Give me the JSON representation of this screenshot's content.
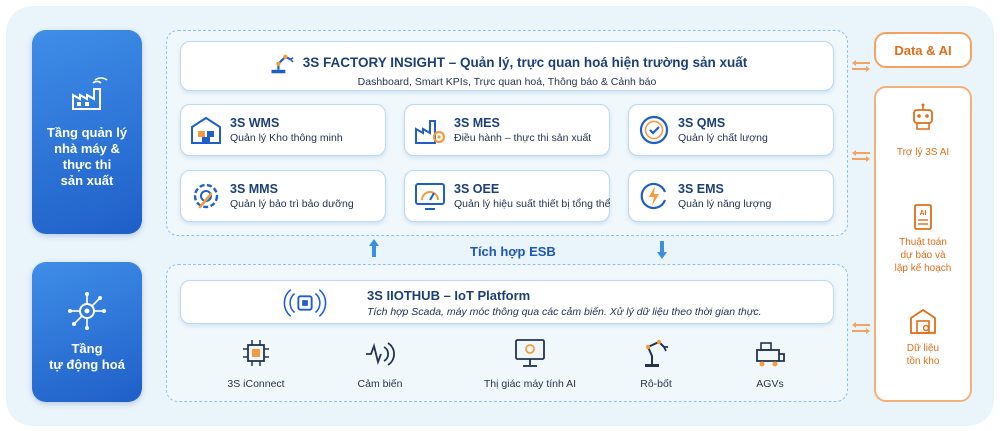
{
  "layers": {
    "management": {
      "label": "Tầng quản lý\nnhà máy &\nthực thi\nsản xuất",
      "icon": "factory-signal-icon"
    },
    "automation": {
      "label": "Tầng\ntự động hoá",
      "icon": "network-hub-icon"
    }
  },
  "factory_insight": {
    "title": "3S FACTORY INSIGHT – Quản lý, trực quan hoá hiện trường sản xuất",
    "subtitle": "Dashboard, Smart KPIs, Trực quan hoá, Thông báo & Cảnh báo",
    "icon": "robot-arm-icon"
  },
  "modules": [
    {
      "title": "3S WMS",
      "desc": "Quản lý Kho thông minh",
      "icon": "warehouse-icon"
    },
    {
      "title": "3S MES",
      "desc": "Điều hành – thực thi sản xuất",
      "icon": "factory-gear-icon"
    },
    {
      "title": "3S QMS",
      "desc": "Quản lý chất lượng",
      "icon": "quality-badge-icon"
    },
    {
      "title": "3S MMS",
      "desc": "Quản lý bảo trì bảo dưỡng",
      "icon": "wrench-gear-icon"
    },
    {
      "title": "3S OEE",
      "desc": "Quản lý hiệu suất thiết bị tổng thể",
      "icon": "gauge-monitor-icon"
    },
    {
      "title": "3S EMS",
      "desc": "Quản lý năng lượng",
      "icon": "energy-bolt-icon"
    }
  ],
  "esb_label": "Tích hợp ESB",
  "iiothub": {
    "title": "3S IIOTHUB – IoT Platform",
    "subtitle": "Tích hợp Scada, máy móc thông qua các cảm biến. Xử lý dữ liệu theo thời gian thực.",
    "icon": "iot-chip-icon"
  },
  "devices": [
    {
      "label": "3S iConnect",
      "icon": "chip-icon"
    },
    {
      "label": "Cảm biến",
      "icon": "sensor-wave-icon"
    },
    {
      "label": "Thị giác máy tính AI",
      "icon": "computer-vision-icon"
    },
    {
      "label": "Rô-bốt",
      "icon": "robot-arm-icon"
    },
    {
      "label": "AGVs",
      "icon": "agv-cart-icon"
    }
  ],
  "data_ai": {
    "label": "Data & AI"
  },
  "ai_items": [
    {
      "label": "Trợ lý 3S AI",
      "icon": "ai-robot-icon"
    },
    {
      "label": "Thuật toán\ndự báo và\nlập kế hoạch",
      "icon": "ai-document-icon"
    },
    {
      "label": "Dữ liệu\ntồn kho",
      "icon": "warehouse-box-icon"
    }
  ],
  "colors": {
    "primary_blue": "#1f5fc8",
    "accent_orange": "#e06d1a",
    "card_border": "#b9d9f4"
  }
}
